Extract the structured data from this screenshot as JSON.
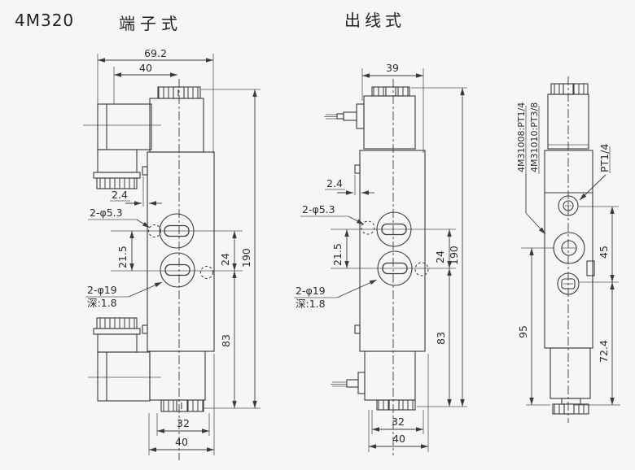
{
  "header": {
    "model": "4M320",
    "terminal_type": "端子式",
    "leadwire_type": "出线式"
  },
  "terminal_view": {
    "w_overall": "69.2",
    "w_top": "40",
    "tab": "2.4",
    "holes": "2-φ5.3",
    "pitch_left": "21.5",
    "pitch_right": "24",
    "h_total": "190",
    "cbore": "2-φ19",
    "cbore_depth": "深:1.8",
    "h_body": "83",
    "w_bottom_inner": "32",
    "w_bottom": "40"
  },
  "leadwire_view": {
    "w_top": "39",
    "tab": "2.4",
    "holes": "2-φ5.3",
    "pitch_left": "21.5",
    "pitch_right": "24",
    "h_total": "190",
    "cbore": "2-φ19",
    "cbore_depth": "深:1.8",
    "h_body": "83",
    "w_bottom_inner": "32",
    "w_bottom": "40"
  },
  "side_view": {
    "note1": "4M31008:PT1/4",
    "note2": "4M31010:PT3/8",
    "port_top": "PT1/4",
    "pitch": "45",
    "h_body": "95",
    "h_solenoid": "72.4"
  }
}
